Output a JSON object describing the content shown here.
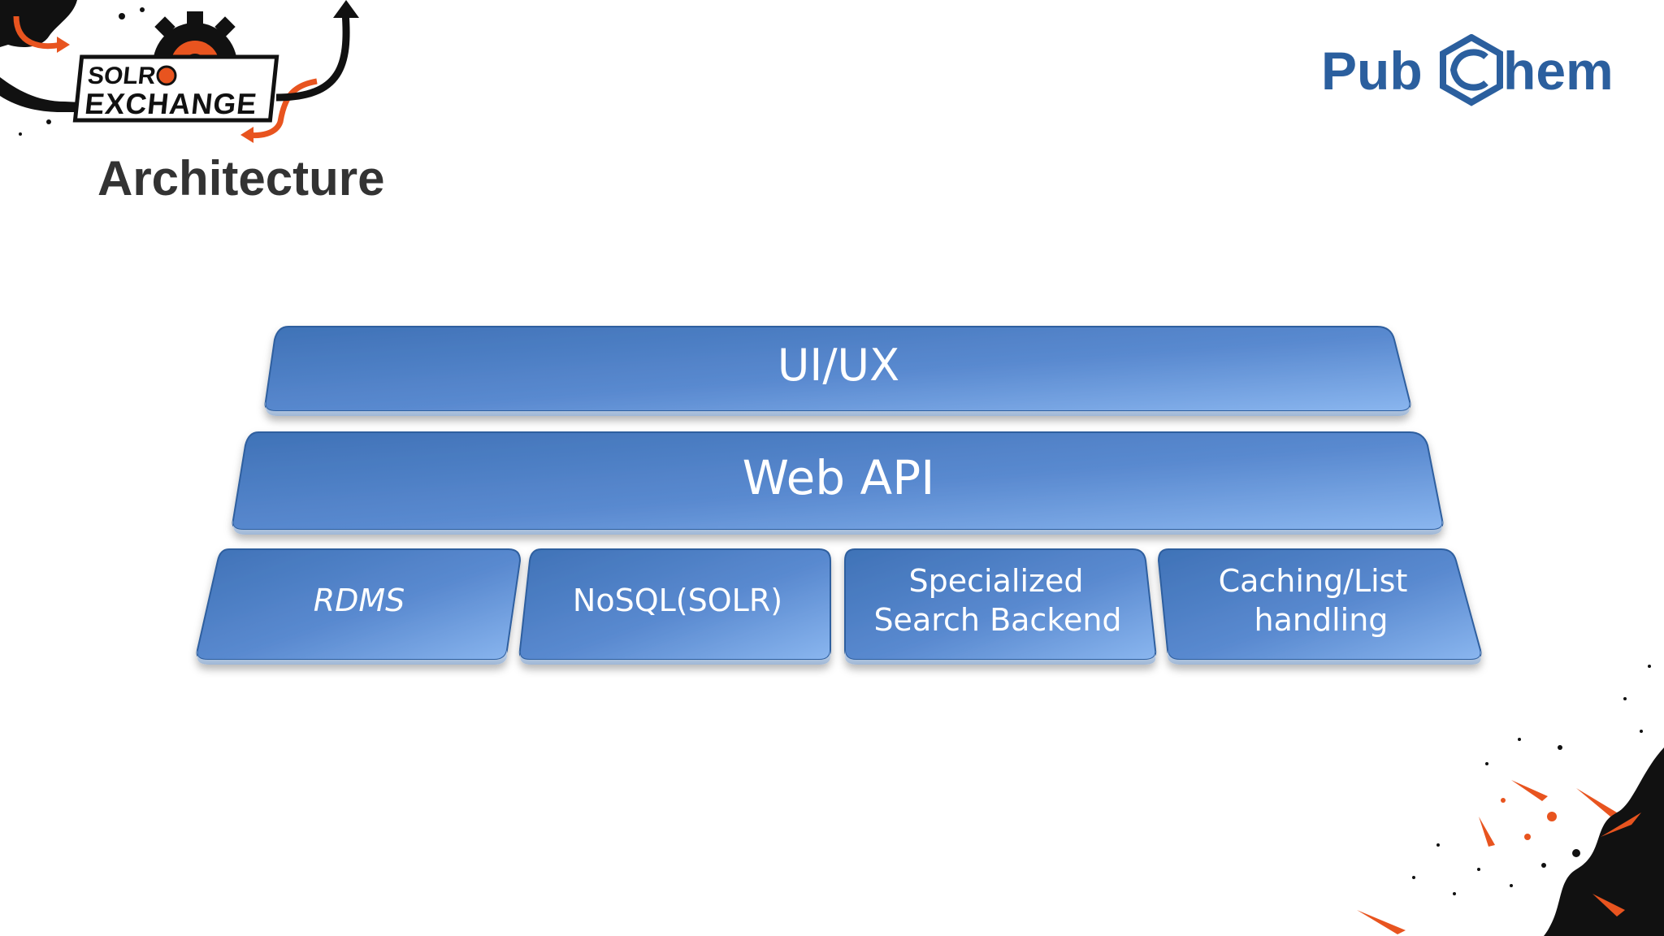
{
  "slide": {
    "title": "Architecture"
  },
  "logos": {
    "left": {
      "text_line1": "SOLR",
      "text_line2": "EXCHANGE",
      "icon": "solr-exchange-logo"
    },
    "right": {
      "text_pub": "Pub",
      "text_hem": "hem",
      "icon": "pubchem-hexagon-logo",
      "color": "#2b5f9e"
    }
  },
  "diagram": {
    "layers": [
      {
        "label": "UI/UX"
      },
      {
        "label": "Web API"
      }
    ],
    "backends": [
      {
        "lines": [
          "RDMS"
        ],
        "italic": true
      },
      {
        "lines": [
          "NoSQL(SOLR)"
        ],
        "italic": false
      },
      {
        "lines": [
          "Specialized",
          "Search Backend"
        ],
        "italic": false
      },
      {
        "lines": [
          "Caching/List",
          "handling"
        ],
        "italic": false
      }
    ],
    "colors": {
      "block_top": "#6f9ee0",
      "block_bottom": "#3f72b7",
      "edge": "#2f5f9f",
      "accent_orange": "#e8541f",
      "ink": "#111111"
    }
  }
}
